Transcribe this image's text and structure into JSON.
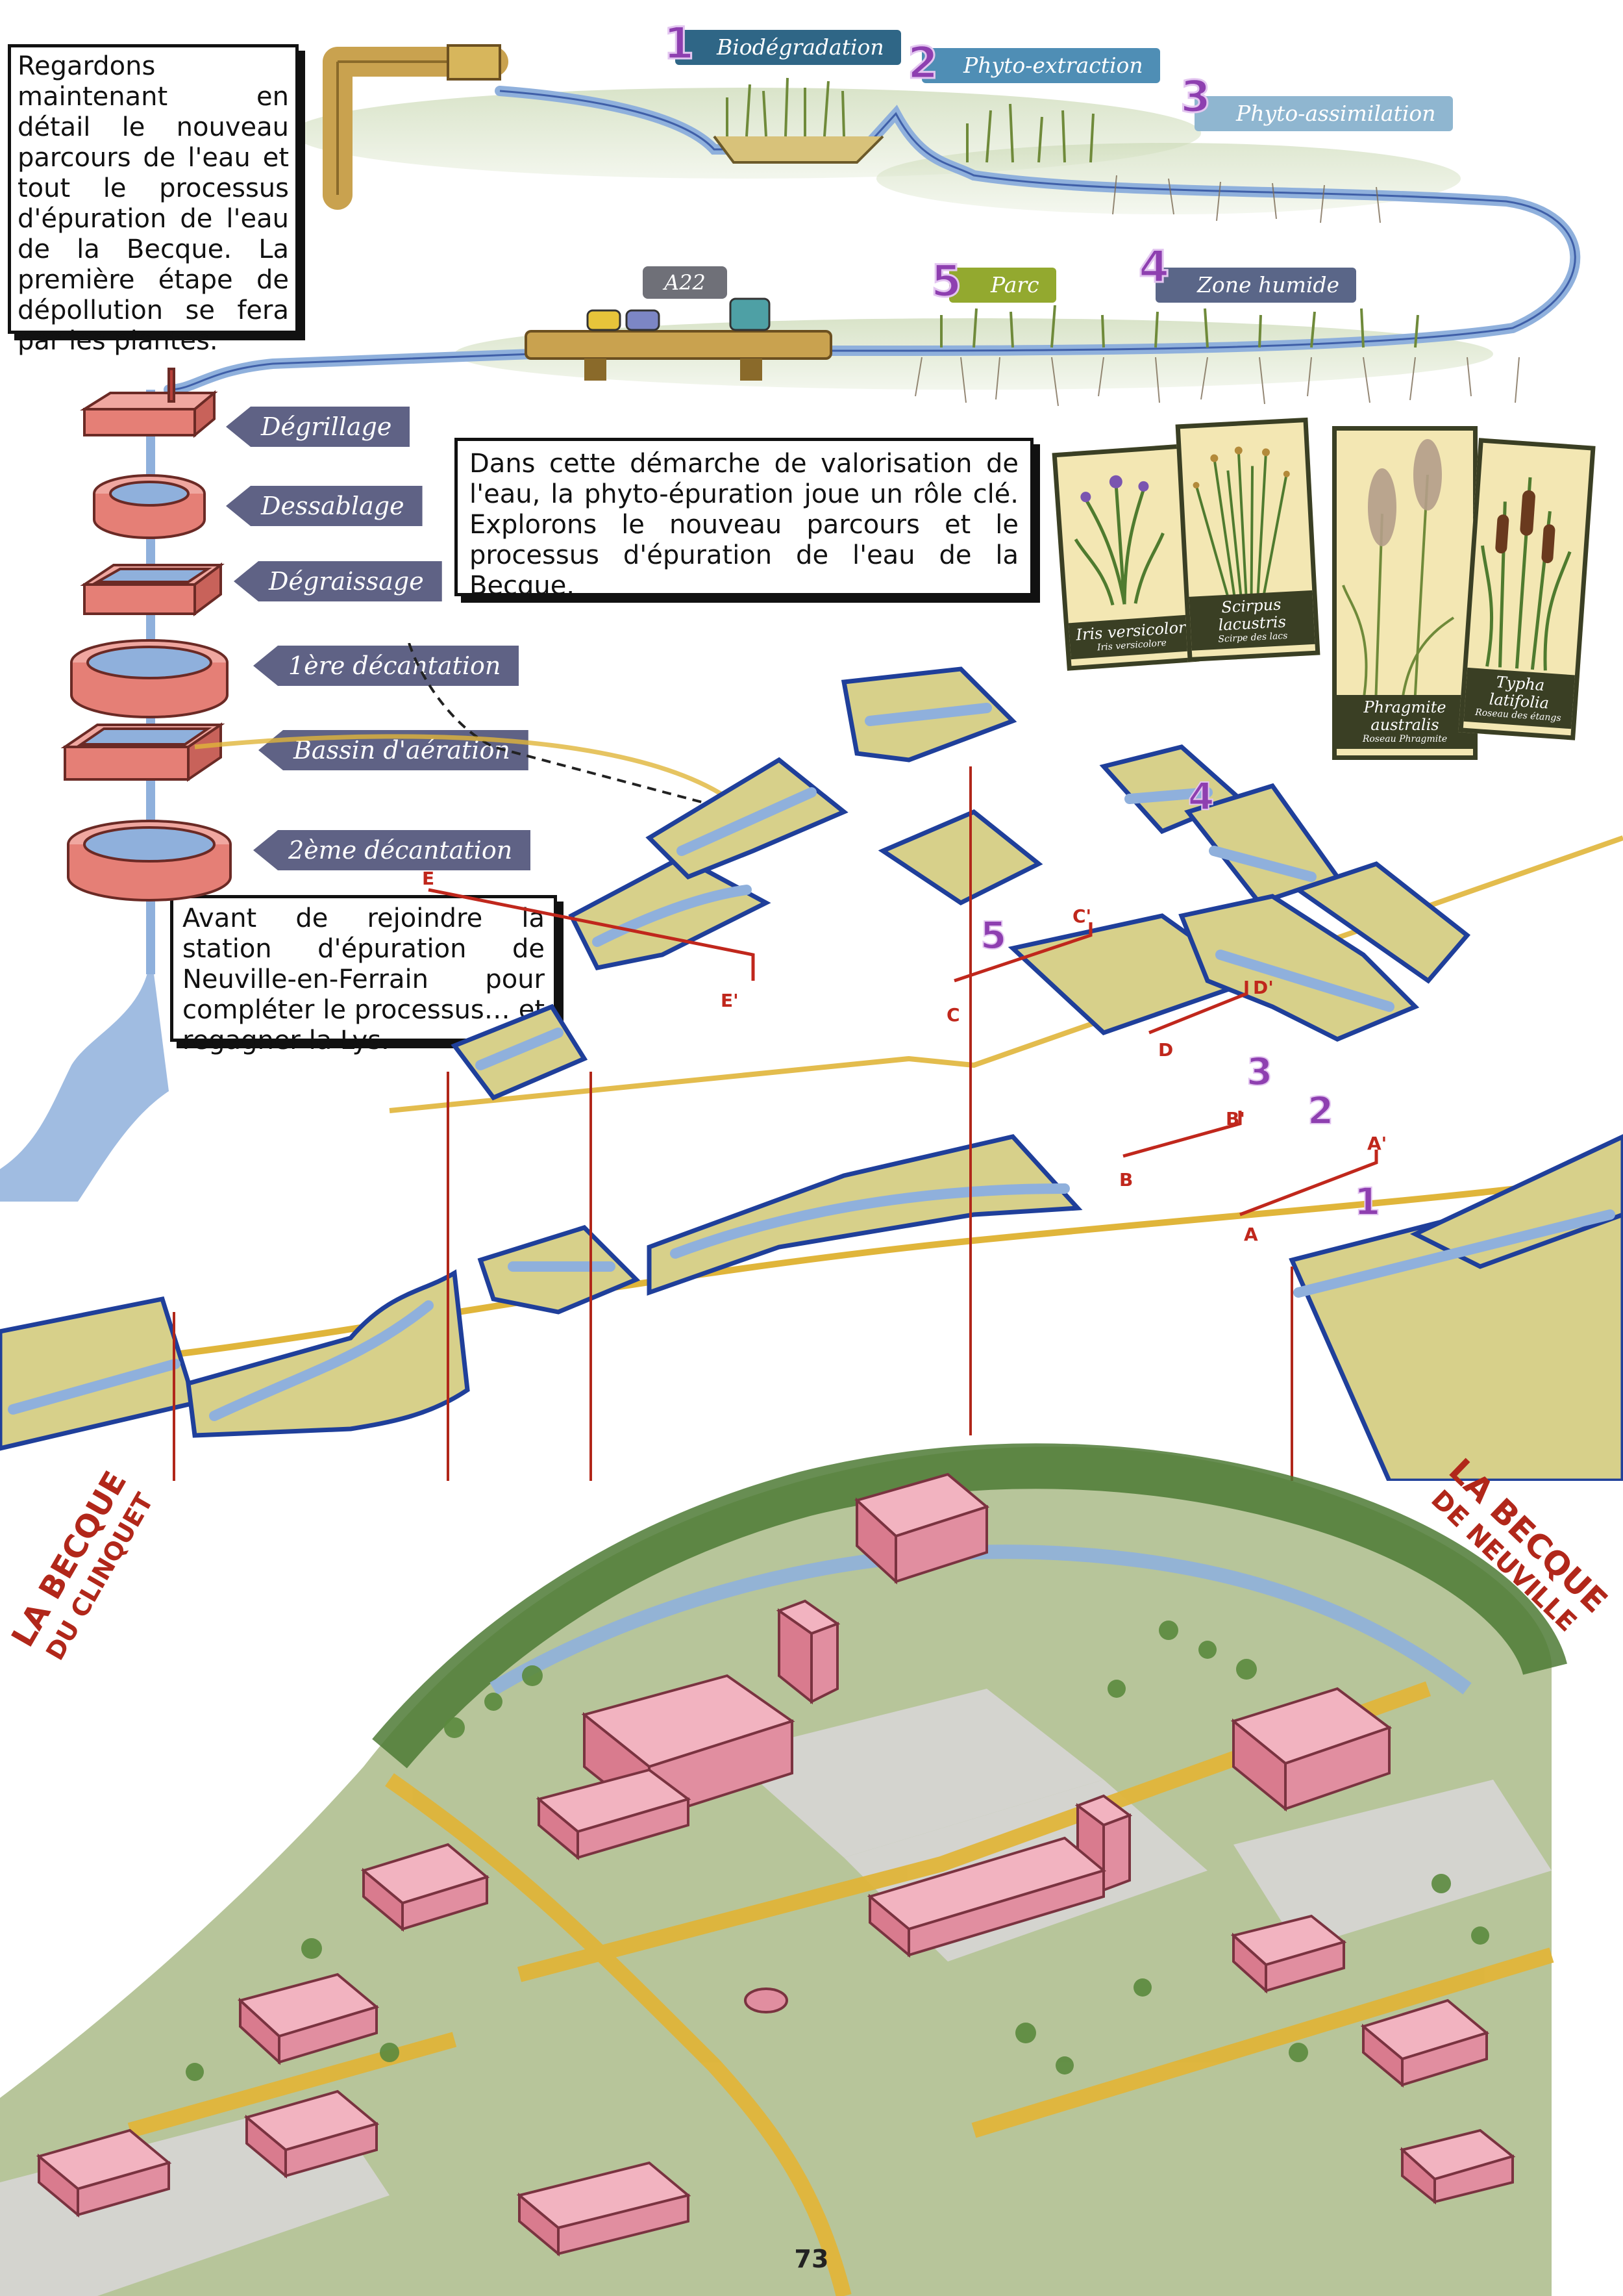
{
  "intro_box": {
    "text": "Regardons maintenant en détail le nouveau parcours de l'eau et tout le processus d'épuration de l'eau de la Becque. La première étape de dépollution se fera par les plantes."
  },
  "phyto_box": {
    "text": "Dans cette démarche de valorisation de l'eau, la phyto-épuration joue un rôle clé. Explorons le nouveau parcours et le processus d'épuration de l'eau de la Becque."
  },
  "station_box": {
    "text": "Avant de rejoindre la station d'épuration de Neuville-en-Ferrain pour compléter le processus… et regagner la Lys."
  },
  "phyto_steps": [
    {
      "num": "1",
      "label": "Biodégradation",
      "color": "#2f6686"
    },
    {
      "num": "2",
      "label": "Phyto-extraction",
      "color": "#4f8eb5"
    },
    {
      "num": "3",
      "label": "Phyto-assimilation",
      "color": "#8fb6d0"
    },
    {
      "num": "4",
      "label": "Zone humide",
      "color": "#5a6688"
    },
    {
      "num": "5",
      "label": "Parc",
      "color": "#93a92f"
    }
  ],
  "road_label": "A22",
  "treatment_steps": [
    {
      "label": "Dégrillage"
    },
    {
      "label": "Dessablage"
    },
    {
      "label": "Dégraissage"
    },
    {
      "label": "1ère décantation"
    },
    {
      "label": "Bassin d'aération"
    },
    {
      "label": "2ème décantation"
    }
  ],
  "plants": [
    {
      "species": "Iris versicolor",
      "common": "Iris versicolore"
    },
    {
      "species": "Scirpus lacustris",
      "common": "Scirpe des lacs"
    },
    {
      "species": "Phragmite australis",
      "common": "Roseau Phragmite"
    },
    {
      "species": "Typha latifolia",
      "common": "Roseau des étangs"
    }
  ],
  "section_marks": [
    "A",
    "A'",
    "B",
    "B'",
    "C",
    "C'",
    "D",
    "D'",
    "E",
    "E'"
  ],
  "map_numbers": [
    "1",
    "2",
    "3",
    "4",
    "5"
  ],
  "river_labels": {
    "left_line1": "LA BECQUE",
    "left_line2": "DU CLINQUET",
    "right_line1": "LA BECQUE",
    "right_line2": "DE NEUVILLE"
  },
  "page_number": "73",
  "colors": {
    "water": "#8fb0dc",
    "terrain": "#d7d08a",
    "outline": "#1f3f9a",
    "building": "#e18ea0",
    "section_red": "#c0271c",
    "road_yellow": "#e0b53a",
    "label_slate": "#5f6285"
  }
}
